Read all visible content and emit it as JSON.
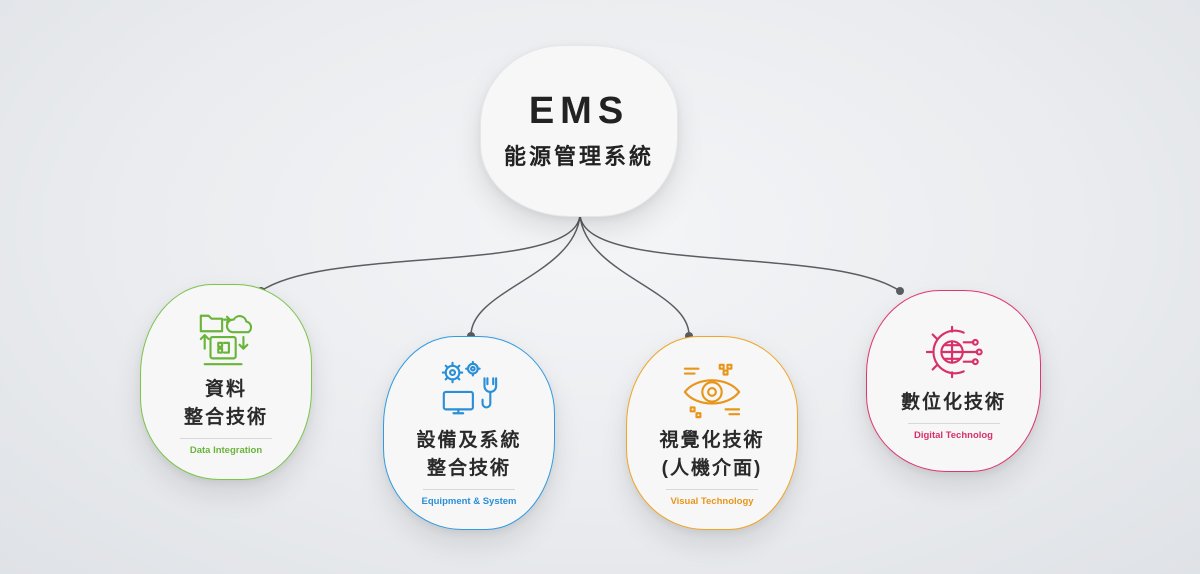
{
  "root": {
    "title": "EMS",
    "subtitle": "能源管理系統"
  },
  "nodes": [
    {
      "id": "data",
      "title_lines": [
        "資料",
        "整合技術"
      ],
      "subtitle": "Data Integration",
      "color": "#7bc54b",
      "icon": "data-integration-icon"
    },
    {
      "id": "equip",
      "title_lines": [
        "設備及系統",
        "整合技術"
      ],
      "subtitle": "Equipment & System",
      "color": "#2f9be0",
      "icon": "equipment-gears-icon"
    },
    {
      "id": "visual",
      "title_lines": [
        "視覺化技術",
        "(人機介面)"
      ],
      "subtitle": "Visual Technology",
      "color": "#f0a524",
      "icon": "eye-icon"
    },
    {
      "id": "digital",
      "title_lines": [
        "數位化技術"
      ],
      "subtitle": "Digital Technolog",
      "color": "#e0366f",
      "icon": "globe-gear-icon"
    }
  ],
  "colors": {
    "connector": "#5a5d62",
    "text": "#222222"
  }
}
